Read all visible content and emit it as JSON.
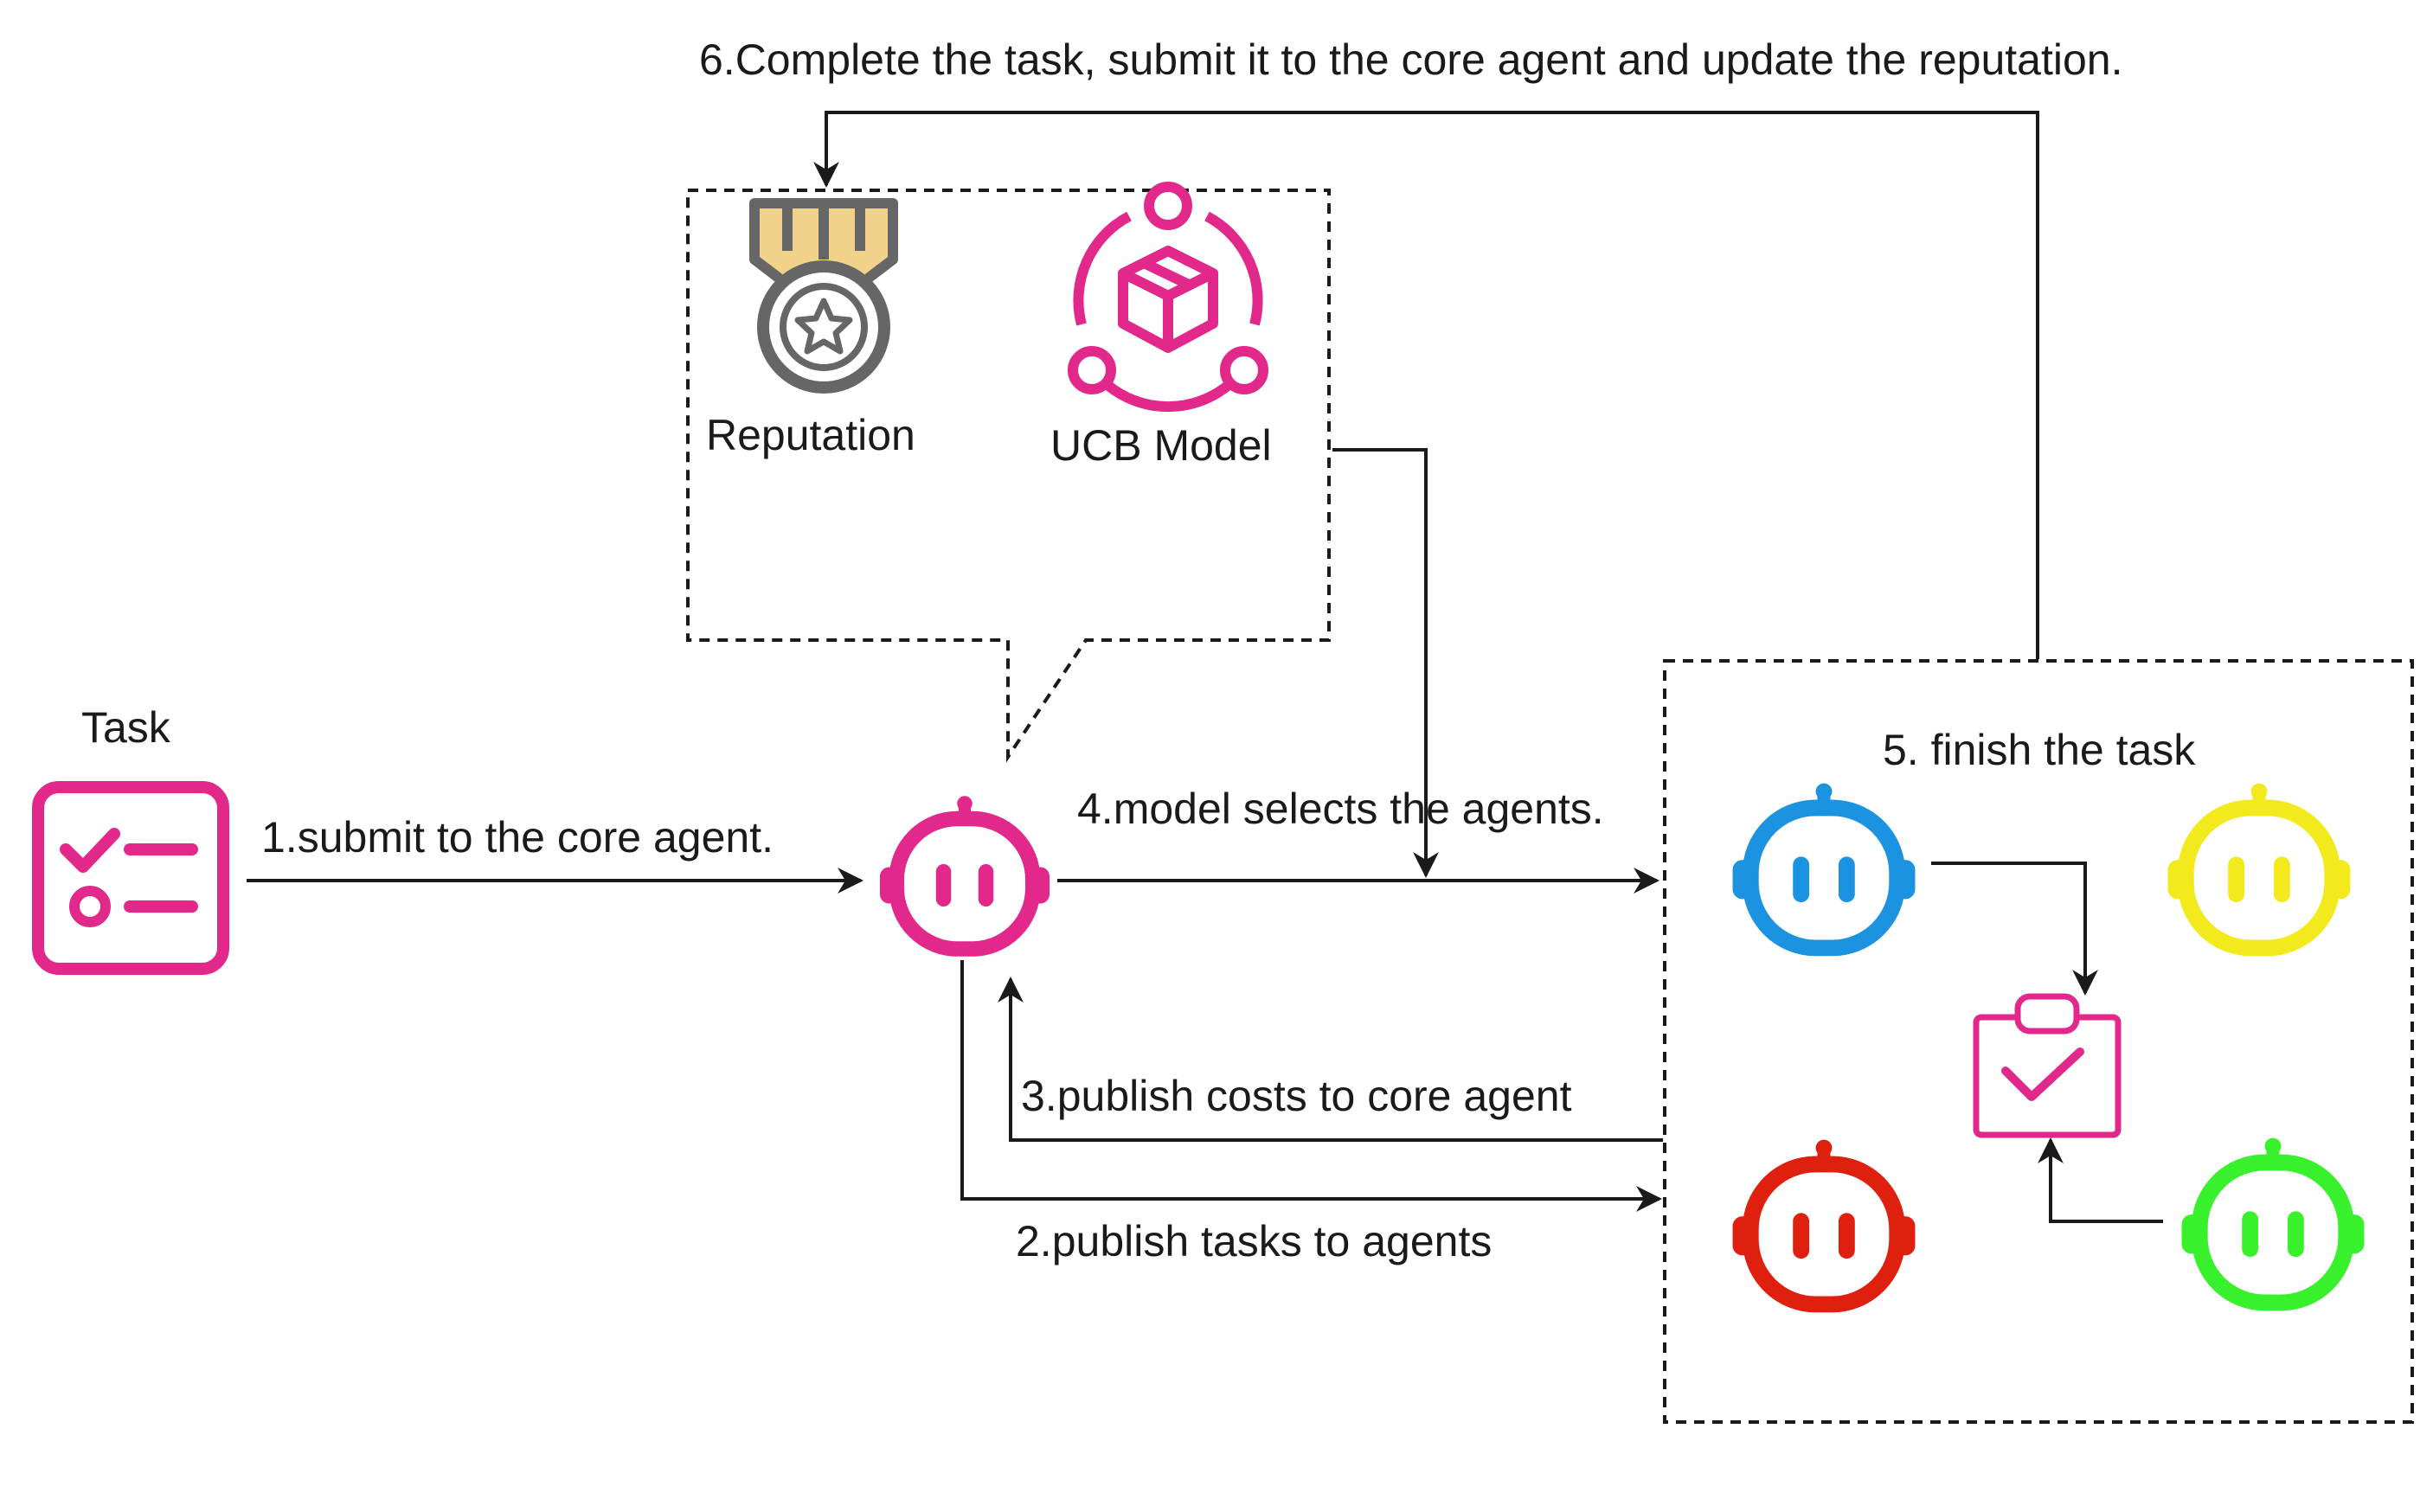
{
  "labels": {
    "step6": "6.Complete the task, submit it to the core agent and update the reputation.",
    "reputation": "Reputation",
    "ucb_model": "UCB Model",
    "task": "Task",
    "step1": "1.submit to the core agent.",
    "step4": "4.model selects the agents.",
    "step5": "5. finish the task",
    "step3": "3.publish costs to core agent",
    "step2": "2.publish tasks to agents"
  },
  "colors": {
    "core_agent": "#e2288a",
    "task_icon": "#e2288a",
    "ucb_icon": "#e2288a",
    "clipboard": "#e2288a",
    "agent_blue": "#1b93e0",
    "agent_yellow": "#f2ea1c",
    "agent_red": "#e0200f",
    "agent_green": "#39f02c",
    "medal_ribbon": "#f1d28a",
    "medal_gray": "#666666",
    "line": "#1a1a1a"
  },
  "icons": {
    "task": "task-checklist-icon",
    "core_agent": "robot-head-icon",
    "reputation": "medal-star-icon",
    "ucb_model": "cube-network-icon",
    "result": "clipboard-check-icon"
  }
}
